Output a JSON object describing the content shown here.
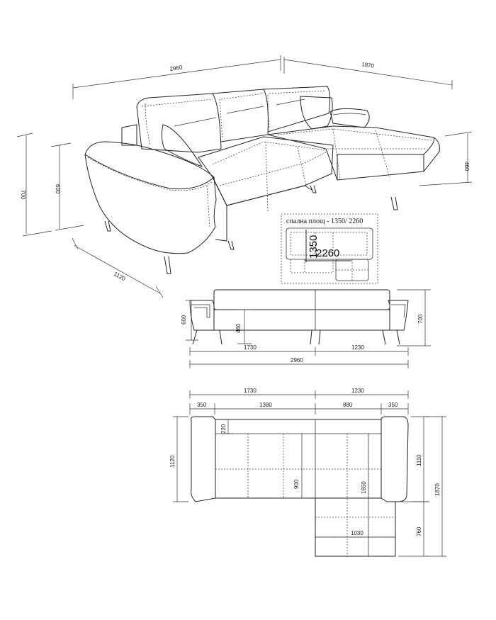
{
  "iso_view": {
    "width_label": "2960",
    "depth_label": "1870",
    "height_label": "700",
    "back_height_label": "600",
    "arm_depth_label": "1120",
    "seat_height_label": "460"
  },
  "sleeping_area": {
    "caption": "спална площ - 1350/ 2260",
    "width_label": "1350",
    "length_label": "2260"
  },
  "front_view": {
    "height_label": "600",
    "seat_height_label": "460",
    "total_height_label": "700",
    "left_section_label": "1730",
    "right_section_label": "1230",
    "total_width_label": "2960"
  },
  "top_view": {
    "left_section_label": "1730",
    "right_section_label": "1230",
    "arm_left_label": "350",
    "seat_left_label": "1380",
    "seat_right_label": "880",
    "arm_right_label": "350",
    "back_depth_label": "220",
    "depth_left_label": "1120",
    "seat_depth_label": "900",
    "chaise_inner_label": "1650",
    "chaise_width_label": "1030",
    "right_depth_label": "1110",
    "total_depth_label": "1870",
    "chaise_extension_label": "760"
  }
}
